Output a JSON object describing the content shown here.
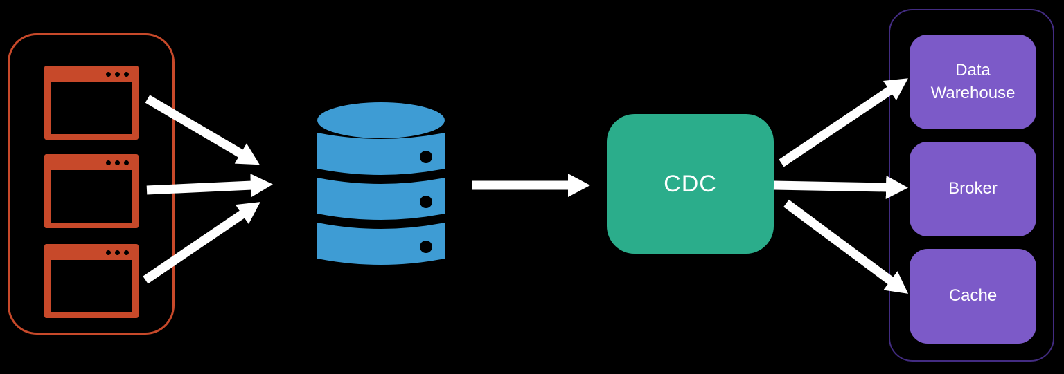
{
  "diagram": {
    "type": "architecture-flow",
    "description_visible_text_only": true
  },
  "sources": {
    "windows": [
      {
        "icon": "browser-window-icon"
      },
      {
        "icon": "browser-window-icon"
      },
      {
        "icon": "browser-window-icon"
      }
    ]
  },
  "database": {
    "icon": "database-icon"
  },
  "cdc": {
    "label": "CDC"
  },
  "sinks": {
    "items": [
      {
        "label": "Data Warehouse"
      },
      {
        "label": "Broker"
      },
      {
        "label": "Cache"
      }
    ]
  },
  "arrows": [
    {
      "from": "app-window-1",
      "to": "database"
    },
    {
      "from": "app-window-2",
      "to": "database"
    },
    {
      "from": "app-window-3",
      "to": "database"
    },
    {
      "from": "database",
      "to": "cdc"
    },
    {
      "from": "cdc",
      "to": "data-warehouse"
    },
    {
      "from": "cdc",
      "to": "broker"
    },
    {
      "from": "cdc",
      "to": "cache"
    }
  ],
  "colors": {
    "background": "#000000",
    "source_accent": "#c7492a",
    "database_blue": "#3e9cd4",
    "cdc_green": "#2bad8b",
    "sink_purple": "#7c5ac8",
    "sink_group_border": "#432c82",
    "arrow_white": "#ffffff",
    "text_white": "#ffffff"
  }
}
